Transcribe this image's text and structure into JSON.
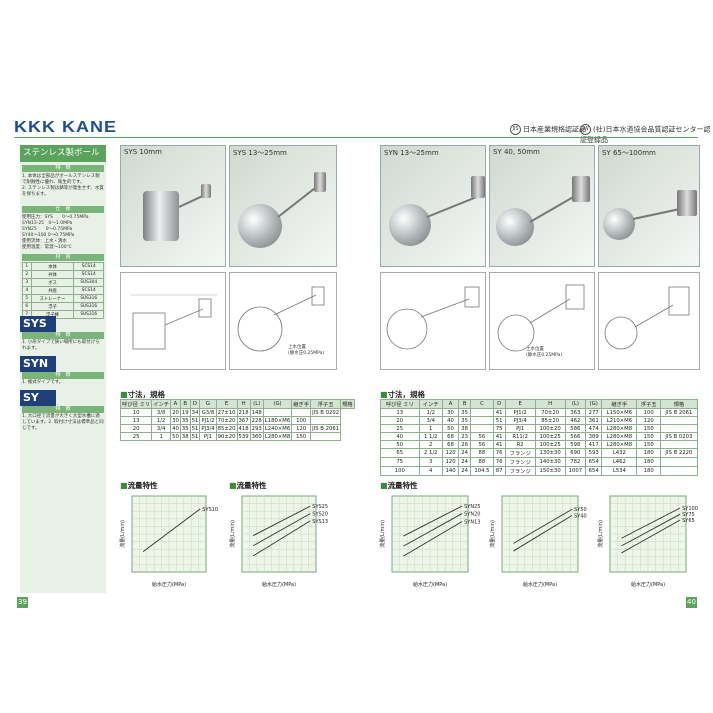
{
  "brand": {
    "logo": "KKK KANE"
  },
  "certs": [
    {
      "mark": "JIS",
      "text": "日本産業規格認証品"
    },
    {
      "mark": "JW",
      "text": "(社)日本水道協会品質認証センター認証登録品"
    }
  ],
  "left": {
    "title": "ステンレス製ボールタップ",
    "feature_hdr": "特　徴",
    "feature_text": [
      "1. 本体は全部品がオールステンレス製で耐蝕性に優れ、衛生的です。",
      "2. ステンレス製は錆等が発生せず、水質を保ちます。"
    ],
    "spec_hdr": "仕　様",
    "spec_lines": [
      "使用圧力：SYS　　0〜0.75MPa",
      "SYN13-25　0〜1.0MPa",
      "SYN25　　0〜0.75MPa",
      "SY40〜100 0〜0.75MPa",
      "使用流体：上水・清水",
      "使用温度：常温〜100℃"
    ],
    "mat_hdr": "材　質",
    "materials": [
      [
        "1",
        "本体",
        "SCS14"
      ],
      [
        "2",
        "弁体",
        "SCS14"
      ],
      [
        "3",
        "ボス",
        "SUS304"
      ],
      [
        "4",
        "弁座",
        "SCS14"
      ],
      [
        "5",
        "ストレーナー",
        "SUS316"
      ],
      [
        "6",
        "浮子",
        "SUS316"
      ],
      [
        "7",
        "浮子棒",
        "SUS316"
      ]
    ],
    "sys_badge": "SYS",
    "sys_hdr": "特　徴",
    "sys_text": "1. 小形タイプで狭い場所にも取付けられます。",
    "syn_badge": "SYN",
    "syn_hdr": "特　徴",
    "syn_text": "1. 複式タイプです。",
    "sy_badge": "SY",
    "sy_hdr": "特　徴",
    "sy_text": "1. 大口径で流量が大きく大型水槽に適しています。2. 取付け寸法は標準品と同じです。",
    "page_no": "39"
  },
  "panels": [
    {
      "title": "SYS 10mm"
    },
    {
      "title": "SYS 13〜25mm"
    },
    {
      "title": "SYN 13〜25mm"
    },
    {
      "title": "SY 40, 50mm"
    },
    {
      "title": "SY 65〜100mm"
    }
  ],
  "drawing_notes": {
    "a": "上水位置\n(静水圧0.25MPa)",
    "b": "上水位置\n(静水圧0.25MPa)"
  },
  "left_table": {
    "section": "寸法，規格",
    "headers": [
      "呼び径 ミリ",
      "インチ",
      "A",
      "B",
      "D",
      "G",
      "E",
      "H",
      "(L)",
      "(G)",
      "継ぎ手",
      "浮子玉",
      "規格"
    ],
    "rows": [
      [
        "10",
        "3/8",
        "20",
        "19",
        "34",
        "G3/8",
        "27±10",
        "218",
        "148",
        "",
        "",
        "JIS B 0202"
      ],
      [
        "13",
        "1/2",
        "30",
        "35",
        "51",
        "PJ1/2",
        "70±20",
        "367",
        "228",
        "L180×M6",
        "100",
        ""
      ],
      [
        "20",
        "3/4",
        "40",
        "35",
        "51",
        "PJ3/4",
        "85±20",
        "418",
        "293",
        "L240×M6",
        "120",
        "JIS B 2061"
      ],
      [
        "25",
        "1",
        "50",
        "38",
        "51",
        "PJ1",
        "90±20",
        "539",
        "360",
        "L280×M8",
        "150",
        ""
      ]
    ]
  },
  "right_table": {
    "section": "寸法，規格",
    "headers": [
      "呼び径 ミリ",
      "インチ",
      "A",
      "B",
      "C",
      "D",
      "E",
      "H",
      "(L)",
      "(G)",
      "継ぎ手",
      "浮子玉",
      "規格"
    ],
    "rows": [
      [
        "13",
        "1/2",
        "30",
        "35",
        "",
        "41",
        "PJ1/2",
        "70±20",
        "363",
        "277",
        "L150×M6",
        "100",
        "JIS B 2061"
      ],
      [
        "20",
        "3/4",
        "40",
        "35",
        "",
        "51",
        "PJ3/4",
        "85±20",
        "462",
        "361",
        "L210×M6",
        "120",
        ""
      ],
      [
        "25",
        "1",
        "50",
        "38",
        "",
        "75",
        "PJ1",
        "100±20",
        "586",
        "474",
        "L280×M8",
        "150",
        ""
      ],
      [
        "40",
        "1 1/2",
        "68",
        "23",
        "56",
        "41",
        "R11/2",
        "100±25",
        "566",
        "389",
        "L280×M8",
        "150",
        "JIS B 0203"
      ],
      [
        "50",
        "2",
        "68",
        "26",
        "56",
        "41",
        "R2",
        "100±25",
        "598",
        "417",
        "L280×M8",
        "150",
        ""
      ],
      [
        "65",
        "2 1/2",
        "120",
        "24",
        "88",
        "76",
        "フランジ",
        "130±30",
        "690",
        "593",
        "L432",
        "180",
        "JIS B 2220"
      ],
      [
        "75",
        "3",
        "120",
        "24",
        "88",
        "76",
        "フランジ",
        "140±30",
        "782",
        "654",
        "L462",
        "180",
        ""
      ],
      [
        "100",
        "4",
        "140",
        "24",
        "104.5",
        "87",
        "フランジ",
        "150±30",
        "1007",
        "654",
        "L534",
        "180",
        ""
      ]
    ],
    "page_no": "40"
  },
  "charts_title": "流量特性",
  "chart_data": [
    {
      "type": "line",
      "title": "流量特性",
      "xlabel": "給水圧力(MPa)",
      "ylabel": "流量(L/min)",
      "xscale": "log",
      "yscale": "log",
      "series": [
        {
          "name": "SYS10",
          "x": [
            0.02,
            0.7
          ],
          "y": [
            4,
            40
          ]
        }
      ]
    },
    {
      "type": "line",
      "title": "流量特性",
      "xlabel": "給水圧力(MPa)",
      "ylabel": "流量(L/min)",
      "xscale": "log",
      "yscale": "log",
      "series": [
        {
          "name": "SYS25",
          "x": [
            0.02,
            0.7
          ],
          "y": [
            40,
            300
          ]
        },
        {
          "name": "SYS20",
          "x": [
            0.02,
            0.7
          ],
          "y": [
            20,
            180
          ]
        },
        {
          "name": "SYS13",
          "x": [
            0.02,
            0.7
          ],
          "y": [
            10,
            110
          ]
        }
      ]
    },
    {
      "type": "line",
      "title": "流量特性",
      "xlabel": "給水圧力(MPa)",
      "ylabel": "流量(L/min)",
      "xscale": "log",
      "yscale": "log",
      "series": [
        {
          "name": "SYN25",
          "x": [
            0.02,
            0.7
          ],
          "y": [
            40,
            320
          ]
        },
        {
          "name": "SYN20",
          "x": [
            0.02,
            0.7
          ],
          "y": [
            20,
            190
          ]
        },
        {
          "name": "SYN13",
          "x": [
            0.02,
            0.7
          ],
          "y": [
            10,
            110
          ]
        }
      ]
    },
    {
      "type": "line",
      "title": "流量特性",
      "xlabel": "給水圧力(MPa)",
      "ylabel": "流量(L/min)",
      "xscale": "log",
      "yscale": "log",
      "series": [
        {
          "name": "SY50",
          "x": [
            0.02,
            0.7
          ],
          "y": [
            150,
            900
          ]
        },
        {
          "name": "SY40",
          "x": [
            0.02,
            0.7
          ],
          "y": [
            100,
            650
          ]
        }
      ]
    },
    {
      "type": "line",
      "title": "流量特性",
      "xlabel": "給水圧力(MPa)",
      "ylabel": "流量(L/min)",
      "xscale": "log",
      "yscale": "log",
      "series": [
        {
          "name": "SY100",
          "x": [
            0.02,
            0.7
          ],
          "y": [
            700,
            4000
          ]
        },
        {
          "name": "SY75",
          "x": [
            0.02,
            0.7
          ],
          "y": [
            450,
            2800
          ]
        },
        {
          "name": "SY65",
          "x": [
            0.02,
            0.7
          ],
          "y": [
            300,
            2000
          ]
        }
      ]
    }
  ]
}
